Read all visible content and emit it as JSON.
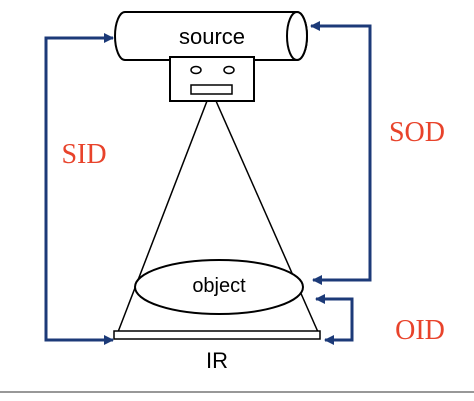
{
  "labels": {
    "source": "source",
    "object": "object",
    "receptor": "IR",
    "sid": "SID",
    "sod": "SOD",
    "oid": "OID"
  },
  "colors": {
    "line": "#000000",
    "arrow": "#1c3a78",
    "measurement_text": "#e8432b",
    "background": "#ffffff"
  }
}
